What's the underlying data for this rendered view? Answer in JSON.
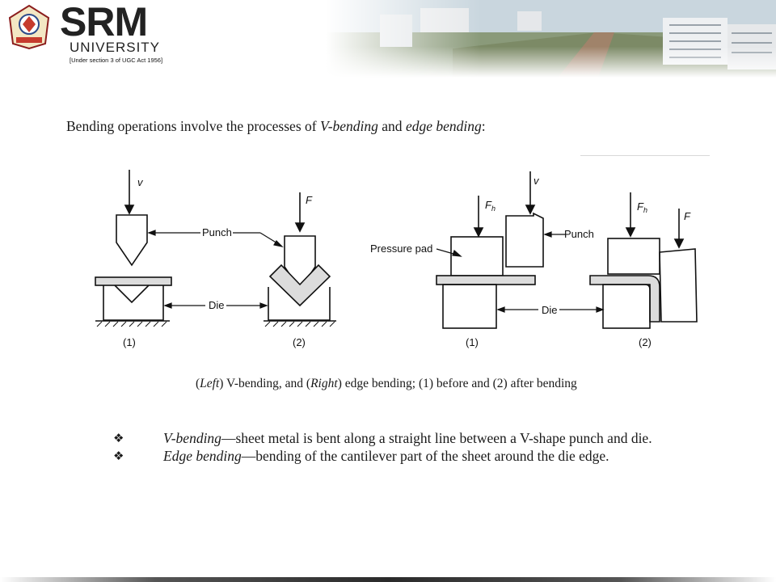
{
  "header": {
    "brand_name": "SRM",
    "brand_sub": "UNIVERSITY",
    "brand_note": "[Under section 3 of UGC Act 1956]",
    "logo_icon": "university-crest-icon"
  },
  "intro": {
    "text_prefix": "Bending operations involve the processes of ",
    "term1": "V-bending",
    "joiner": " and ",
    "term2": "edge bending",
    "suffix": ":"
  },
  "figure": {
    "label_v": "v",
    "label_f": "F",
    "label_fh": "F",
    "label_fh_sub": "h",
    "label_punch": "Punch",
    "label_die": "Die",
    "label_pressure_pad": "Pressure pad",
    "step1": "(1)",
    "step2": "(2)"
  },
  "caption": {
    "open1": "(",
    "left": "Left",
    "close1": ") V-bending, and (",
    "right": "Right",
    "rest": ") edge bending; (1) before and (2) after bending"
  },
  "bullets": [
    {
      "icon": "diamond-bullet-icon",
      "term": "V-bending",
      "text": "—sheet metal is bent along a straight line between a V-shape punch and die."
    },
    {
      "icon": "diamond-bullet-icon",
      "term": "Edge bending",
      "text": "—bending of the cantilever part of the sheet around the die edge."
    }
  ]
}
